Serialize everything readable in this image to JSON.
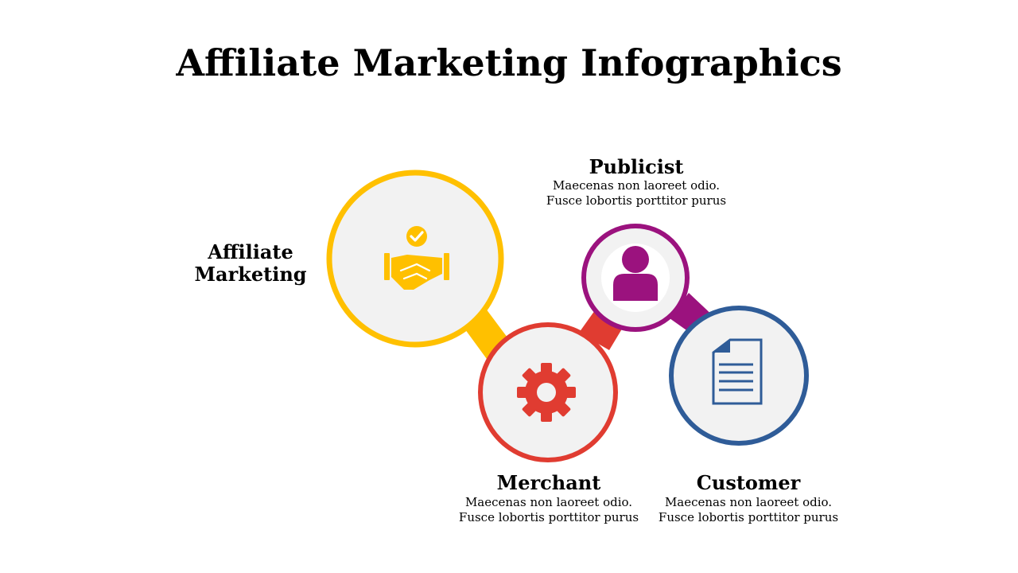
{
  "title": "Affiliate Marketing Infographics",
  "nodes": {
    "affiliate": {
      "label_line1": "Affiliate",
      "label_line2": "Marketing",
      "color": "#FFC000",
      "icon": "handshake-check-icon"
    },
    "publicist": {
      "label": "Publicist",
      "desc_line1": "Maecenas non laoreet odio.",
      "desc_line2": "Fusce lobortis porttitor purus",
      "color": "#9B127E",
      "icon": "user-icon"
    },
    "merchant": {
      "label": "Merchant",
      "desc_line1": "Maecenas non laoreet odio.",
      "desc_line2": "Fusce lobortis porttitor purus",
      "color": "#E03C31",
      "icon": "gear-icon"
    },
    "customer": {
      "label": "Customer",
      "desc_line1": "Maecenas non laoreet odio.",
      "desc_line2": "Fusce lobortis porttitor purus",
      "color": "#2F5C98",
      "icon": "document-icon"
    }
  },
  "colors": {
    "circle_fill": "#F2F2F2",
    "background": "#FFFFFF"
  }
}
